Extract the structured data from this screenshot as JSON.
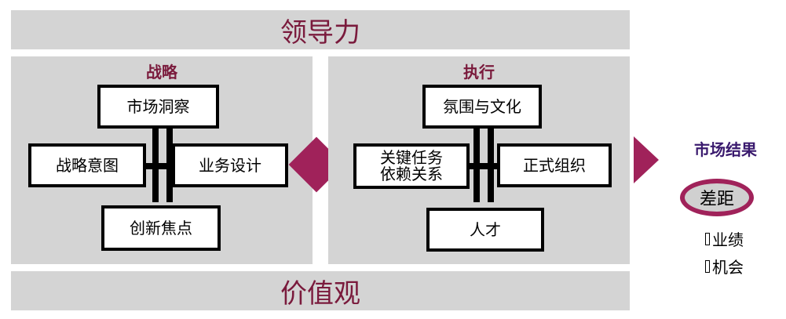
{
  "top_band": {
    "label": "领导力"
  },
  "bottom_band": {
    "label": "价值观"
  },
  "strategy": {
    "title": "战略",
    "top": "市场洞察",
    "left": "战略意图",
    "right": "业务设计",
    "bottom": "创新焦点"
  },
  "execution": {
    "title": "执行",
    "top": "氛围与文化",
    "left_line1": "关键任务",
    "left_line2": "依赖关系",
    "right": "正式组织",
    "bottom": "人才"
  },
  "results": {
    "title": "市场结果",
    "gap": "差距",
    "items": [
      "业绩",
      "机会"
    ]
  },
  "colors": {
    "accent": "#a0225a",
    "title_red": "#7a1a3c",
    "panel_gray": "#d4d4d4",
    "result_title": "#3a1a6e"
  }
}
